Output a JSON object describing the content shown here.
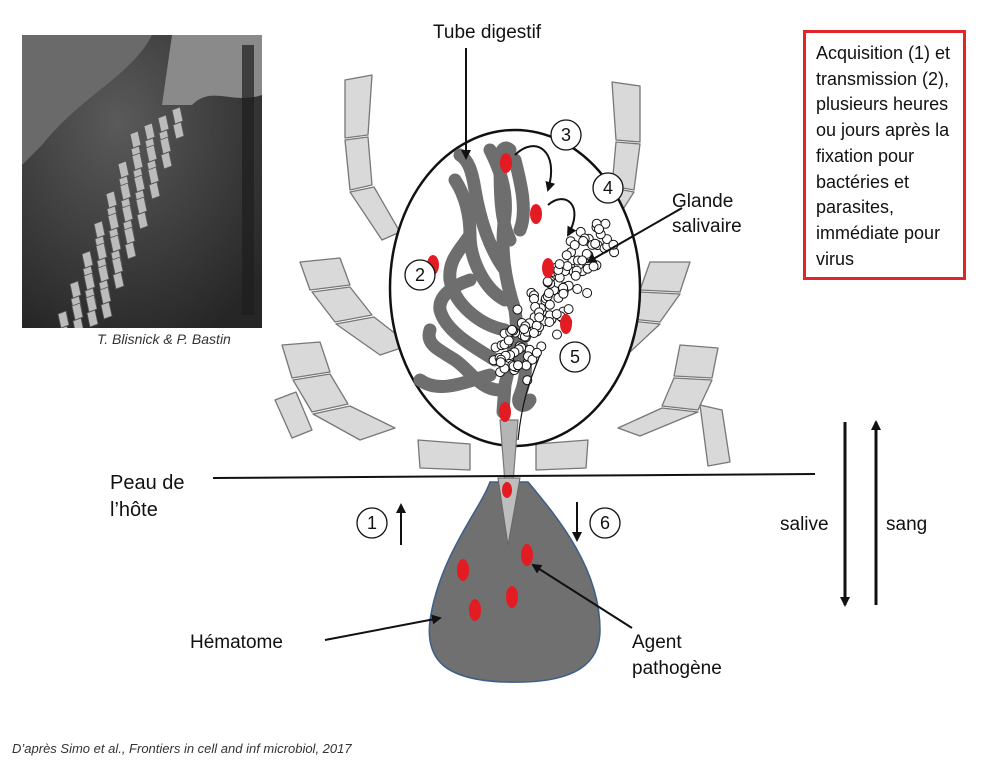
{
  "labels": {
    "tube_digestif": "Tube digestif",
    "glande": "Glande salivaire",
    "peau": "Peau de l’hôte",
    "hematome": "Hématome",
    "agent": "Agent pathogène",
    "salive": "salive",
    "sang": "sang",
    "photo_credit": "T. Blisnick & P. Bastin",
    "citation": "D’après Simo et al., Frontiers in cell and inf microbiol, 2017"
  },
  "info_box": {
    "text": "Acquisition (1) et transmission (2), plusieurs heures ou jours après la fixation pour bactéries et parasites, immédiate pour virus"
  },
  "numbers": [
    "1",
    "2",
    "3",
    "4",
    "5",
    "6"
  ],
  "colors": {
    "pathogen": "#e31b23",
    "box_border": "#e0262b",
    "gut": "#6e6e6e",
    "hematoma": "#707070"
  }
}
